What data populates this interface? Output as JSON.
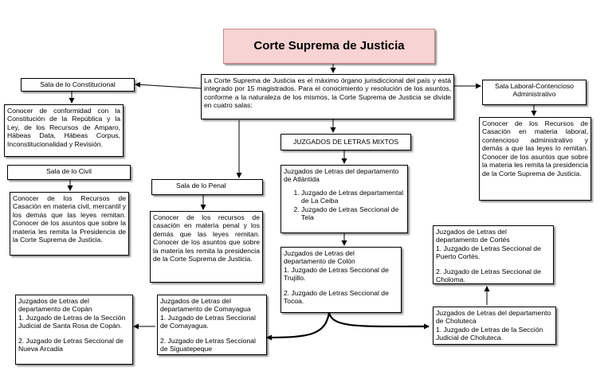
{
  "title": "Corte Suprema de Justicia",
  "intro": "La Corte Suprema de Justicia es el máximo órgano jurisdiccional del país y está integrado por 15 magistrados. Para el conocimiento y resolución de los asuntos, conforme a la naturaleza de los mismos, la Corte Suprema de Justicia se divide en cuatro salas:",
  "constitucional": {
    "label": "Sala de lo Constitucional",
    "desc": "Conocer de conformidad con la Constitución de la República y la Ley, de los Recursos de Amparo, Hábeas Data, Hábeas Corpus, Inconstitucionalidad y Revisión."
  },
  "civil": {
    "label": "Sala de lo Civil",
    "desc": "Conocer de los Recursos de Casación en materia civil, mercantil y los demás que las leyes remitan. Conocer de los asuntos que sobre la materia les remita la Presidencia de la Corte Suprema de Justicia."
  },
  "penal": {
    "label": "Sala de lo Penal",
    "desc": "Conocer de los recursos de casación en materia penal y los demás que las leyes remitan. Conocer de los asuntos que sobre la materia les remita la presidencia de la Corte Suprema de Justicia."
  },
  "laboral": {
    "label": "Sala Laboral-Contencioso Administrativo",
    "desc": "Conocer de los Recursos de Casación en materia laboral, contencioso administrativo y demás a que las leyes lo remitan. Conocer de los asuntos que sobre la materia les remita la presidencia de la Corte Suprema de Justicia."
  },
  "mixtos": {
    "label": "JUZGADOS DE LETRAS MIXTOS"
  },
  "atlantida": {
    "head": "Juzgados de Letras del departamento de Atlántida",
    "items": [
      "Juzgado de Letras departamental de La Ceiba",
      "Juzgado de Letras Seccional de Tela"
    ]
  },
  "colon": {
    "head": "Juzgados de Letras del departamento de Colón",
    "item1": "1. Juzgado de Letras Seccional de Trujillo.",
    "item2": "2. Juzgado de Letras Seccional de Tocoa."
  },
  "comayagua": {
    "head": "Juzgados de Letras del departamento de Comayagua",
    "item1": "1. Juzgado de Letras Seccional de Comayagua.",
    "item2": "2. Juzgado de Letras Seccional de Siguatepeque"
  },
  "copan": {
    "head": "Juzgados de Letras del departamento de Copán",
    "item1": "1. Juzgado de Letras de la Sección Judicial de Santa Rosa de Copán.",
    "item2": "2. Juzgado de Letras Seccional de Nueva Arcadia"
  },
  "cortes": {
    "head": "Juzgados de Letras del departamento de Cortés",
    "item1": "1. Juzgado de Letras Seccional de Puerto Cortés.",
    "item2": "2. Juzgado de Letras Seccional de Choloma."
  },
  "choluteca": {
    "head": "Juzgados de Letras del departamento de Choluteca",
    "item1": "1. Juzgado de Letras de la Sección Judicial de Choluteca."
  }
}
